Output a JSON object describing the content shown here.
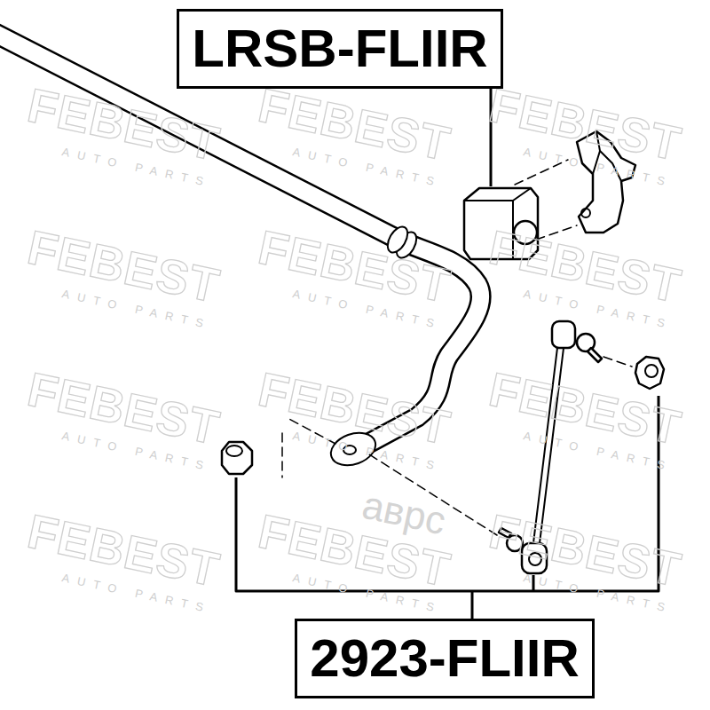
{
  "diagram": {
    "nodes": [
      {
        "text": [
          "LRSB-FLIIR"
        ]
      },
      {
        "text": [
          "2923-FLIIR"
        ]
      }
    ],
    "labels": [
      "FEBEST",
      "AUTO PARTS",
      "FEBEST",
      "AUTO PARTS",
      "FEBEST",
      "AUTO PARTS",
      "FEBEST",
      "AUTO PARTS",
      "FEBEST",
      "AUTO PARTS",
      "FEBEST",
      "AUTO PARTS",
      "FEBEST",
      "AUTO PARTS",
      "FEBEST",
      "AUTO PARTS",
      "FEBEST",
      "AUTO PARTS",
      "FEBEST",
      "AUTO PARTS",
      "FEBEST",
      "AUTO PARTS",
      "FEBEST",
      "AUTO PARTS",
      "аврс"
    ]
  }
}
